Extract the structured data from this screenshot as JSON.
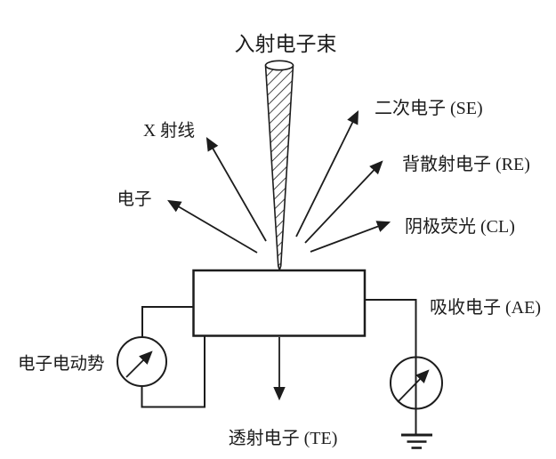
{
  "diagram": {
    "kind": "electron-beam-specimen-interaction-diagram",
    "labels": {
      "incident_beam": "入射电子束",
      "xray": "X 射线",
      "electron": "电子",
      "secondary_electron": "二次电子 (SE)",
      "backscattered_electron": "背散射电子 (RE)",
      "cathodoluminescence": "阴极荧光 (CL)",
      "absorbed_electron": "吸收电子 (AE)",
      "transmitted_electron": "透射电子 (TE)",
      "electron_emf": "电子电动势"
    },
    "symbols": [
      "hatched-beam-cone-icon",
      "galvanometer-left-icon",
      "galvanometer-right-icon",
      "ground-icon"
    ],
    "colors": {
      "line": "#1c1c1c",
      "background": "#ffffff"
    }
  }
}
